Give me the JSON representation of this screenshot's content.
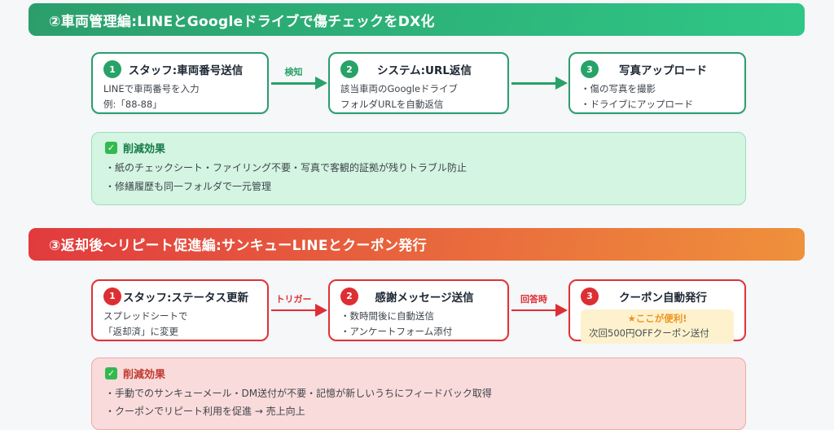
{
  "page": {
    "background": "#f5f7f9"
  },
  "icons": {
    "check": "✓"
  },
  "colors": {
    "green_accent": "#27a268",
    "green_gradient": [
      "#2b9e6c",
      "#2fc786"
    ],
    "green_effect_bg": "#d3f5e2",
    "red_accent": "#dd2f33",
    "red_gradient": [
      "#e13a3e",
      "#ef913c"
    ],
    "red_effect_bg": "#fadbdb",
    "highlight_bg": "#fdf2cd",
    "highlight_text": "#ee9420"
  },
  "sections": [
    {
      "header": "②車両管理編:LINEとGoogleドライブで傷チェックをDX化",
      "steps": [
        {
          "num": "1",
          "title": "スタッフ:車両番号送信",
          "lines": [
            "LINEで車両番号を入力",
            "例:「88-88」"
          ]
        },
        {
          "num": "2",
          "title": "システム:URL返信",
          "lines": [
            "該当車両のGoogleドライブ",
            "フォルダURLを自動返信"
          ]
        },
        {
          "num": "3",
          "title": "写真アップロード",
          "lines": [
            "・傷の写真を撮影",
            "・ドライブにアップロード"
          ]
        }
      ],
      "arrows": [
        {
          "label": "検知"
        },
        {
          "label": ""
        }
      ],
      "effect": {
        "title": "削減効果",
        "lines": [
          "・紙のチェックシート・ファイリング不要・写真で客観的証拠が残りトラブル防止",
          "・修繕履歴も同一フォルダで一元管理"
        ]
      }
    },
    {
      "header": "③返却後〜リピート促進編:サンキューLINEとクーポン発行",
      "steps": [
        {
          "num": "1",
          "title": "スタッフ:ステータス更新",
          "lines": [
            "スプレッドシートで",
            "「返却済」に変更"
          ]
        },
        {
          "num": "2",
          "title": "感謝メッセージ送信",
          "lines": [
            "・数時間後に自動送信",
            "・アンケートフォーム添付"
          ]
        },
        {
          "num": "3",
          "title": "クーポン自動発行",
          "highlight": {
            "star_line": "★ここが便利!",
            "body_line": "次回500円OFFクーポン送付"
          }
        }
      ],
      "arrows": [
        {
          "label": "トリガー"
        },
        {
          "label": "回答時"
        }
      ],
      "effect": {
        "title": "削減効果",
        "lines": [
          "・手動でのサンキューメール・DM送付が不要・記憶が新しいうちにフィードバック取得",
          "・クーポンでリピート利用を促進 → 売上向上"
        ]
      }
    }
  ]
}
